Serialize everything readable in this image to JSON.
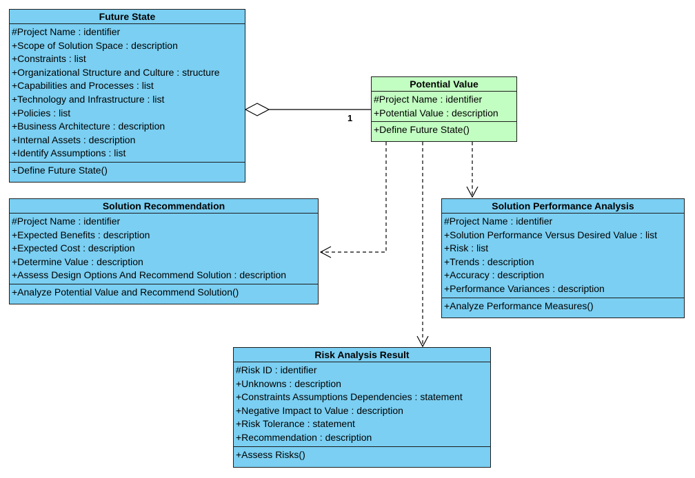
{
  "classes": {
    "future_state": {
      "name": "Future State",
      "attributes": [
        "#Project Name : identifier",
        "+Scope of Solution Space : description",
        "+Constraints : list",
        "+Organizational Structure and Culture : structure",
        "+Capabilities and Processes : list",
        "+Technology and Infrastructure : list",
        "+Policies : list",
        "+Business Architecture : description",
        "+Internal Assets : description",
        "+Identify Assumptions : list"
      ],
      "operations": [
        "+Define Future State()"
      ]
    },
    "potential_value": {
      "name": "Potential Value",
      "attributes": [
        "#Project Name : identifier",
        "+Potential Value : description"
      ],
      "operations": [
        "+Define Future State()"
      ]
    },
    "solution_recommendation": {
      "name": "Solution Recommendation",
      "attributes": [
        "#Project Name : identifier",
        "+Expected Benefits : description",
        "+Expected Cost : description",
        "+Determine Value : description",
        "+Assess Design Options And Recommend Solution : description"
      ],
      "operations": [
        "+Analyze Potential Value and Recommend Solution()"
      ]
    },
    "solution_performance_analysis": {
      "name": "Solution Performance Analysis",
      "attributes": [
        "#Project Name : identifier",
        "+Solution Performance Versus Desired Value : list",
        "+Risk : list",
        "+Trends : description",
        "+Accuracy : description",
        "+Performance Variances : description"
      ],
      "operations": [
        "+Analyze Performance Measures()"
      ]
    },
    "risk_analysis_result": {
      "name": "Risk Analysis Result",
      "attributes": [
        "#Risk ID : identifier",
        "+Unknowns : description",
        "+Constraints Assumptions Dependencies : statement",
        "+Negative Impact to Value : description",
        "+Risk Tolerance : statement",
        "+Recommendation : description"
      ],
      "operations": [
        "+Assess Risks()"
      ]
    }
  },
  "relations": {
    "aggregation_multiplicity": "1"
  },
  "colors": {
    "class_fill": "#7acff2",
    "highlight_fill": "#c2fdc2",
    "border": "#1c1c1c"
  }
}
